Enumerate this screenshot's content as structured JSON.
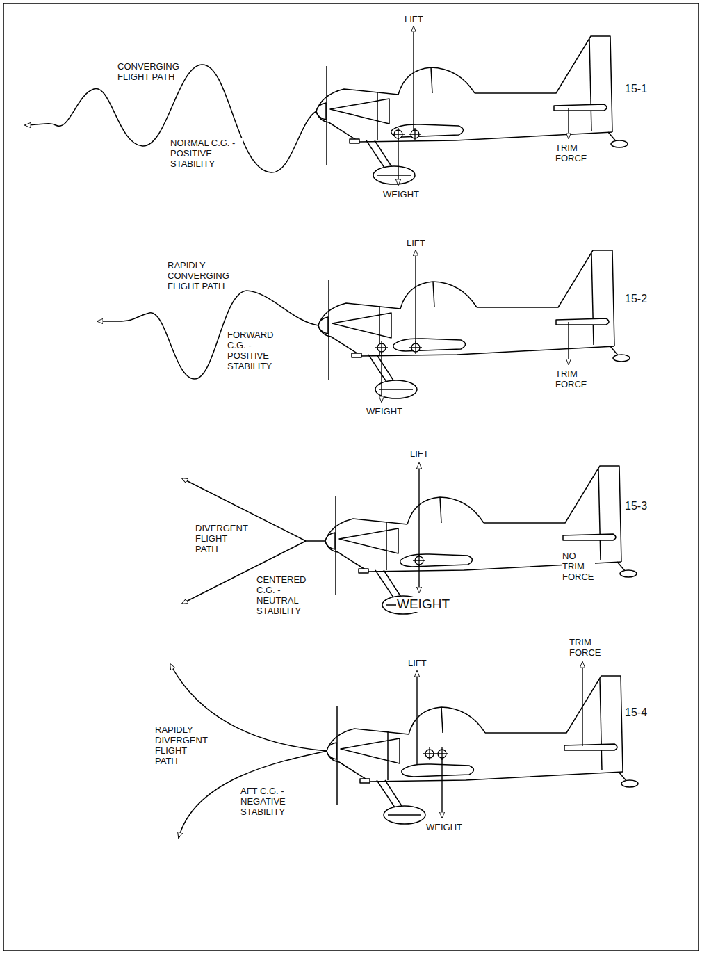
{
  "diagram": {
    "labels": [
      "LIFT",
      "CONVERGING FLIGHT PATH",
      "15-1",
      "NORMAL C.G. - POSITIVE STABILITY",
      "TRIM FORCE",
      "WEIGHT",
      "LIFT",
      "RAPIDLY CONVERGING FLIGHT PATH",
      "15-2",
      "FORWARD C.G. - POSITIVE STABILITY",
      "TRIM FORCE",
      "WEIGHT",
      "LIFT",
      "15-3",
      "DIVERGENT FLIGHT PATH",
      "NO TRIM FORCE",
      "CENTERED C.G. - NEUTRAL STABILITY",
      "WEIGHT",
      "TRIM FORCE",
      "LIFT",
      "15-4",
      "RAPIDLY DIVERGENT FLIGHT PATH",
      "AFT C.G. - NEGATIVE STABILITY",
      "WEIGHT"
    ]
  }
}
